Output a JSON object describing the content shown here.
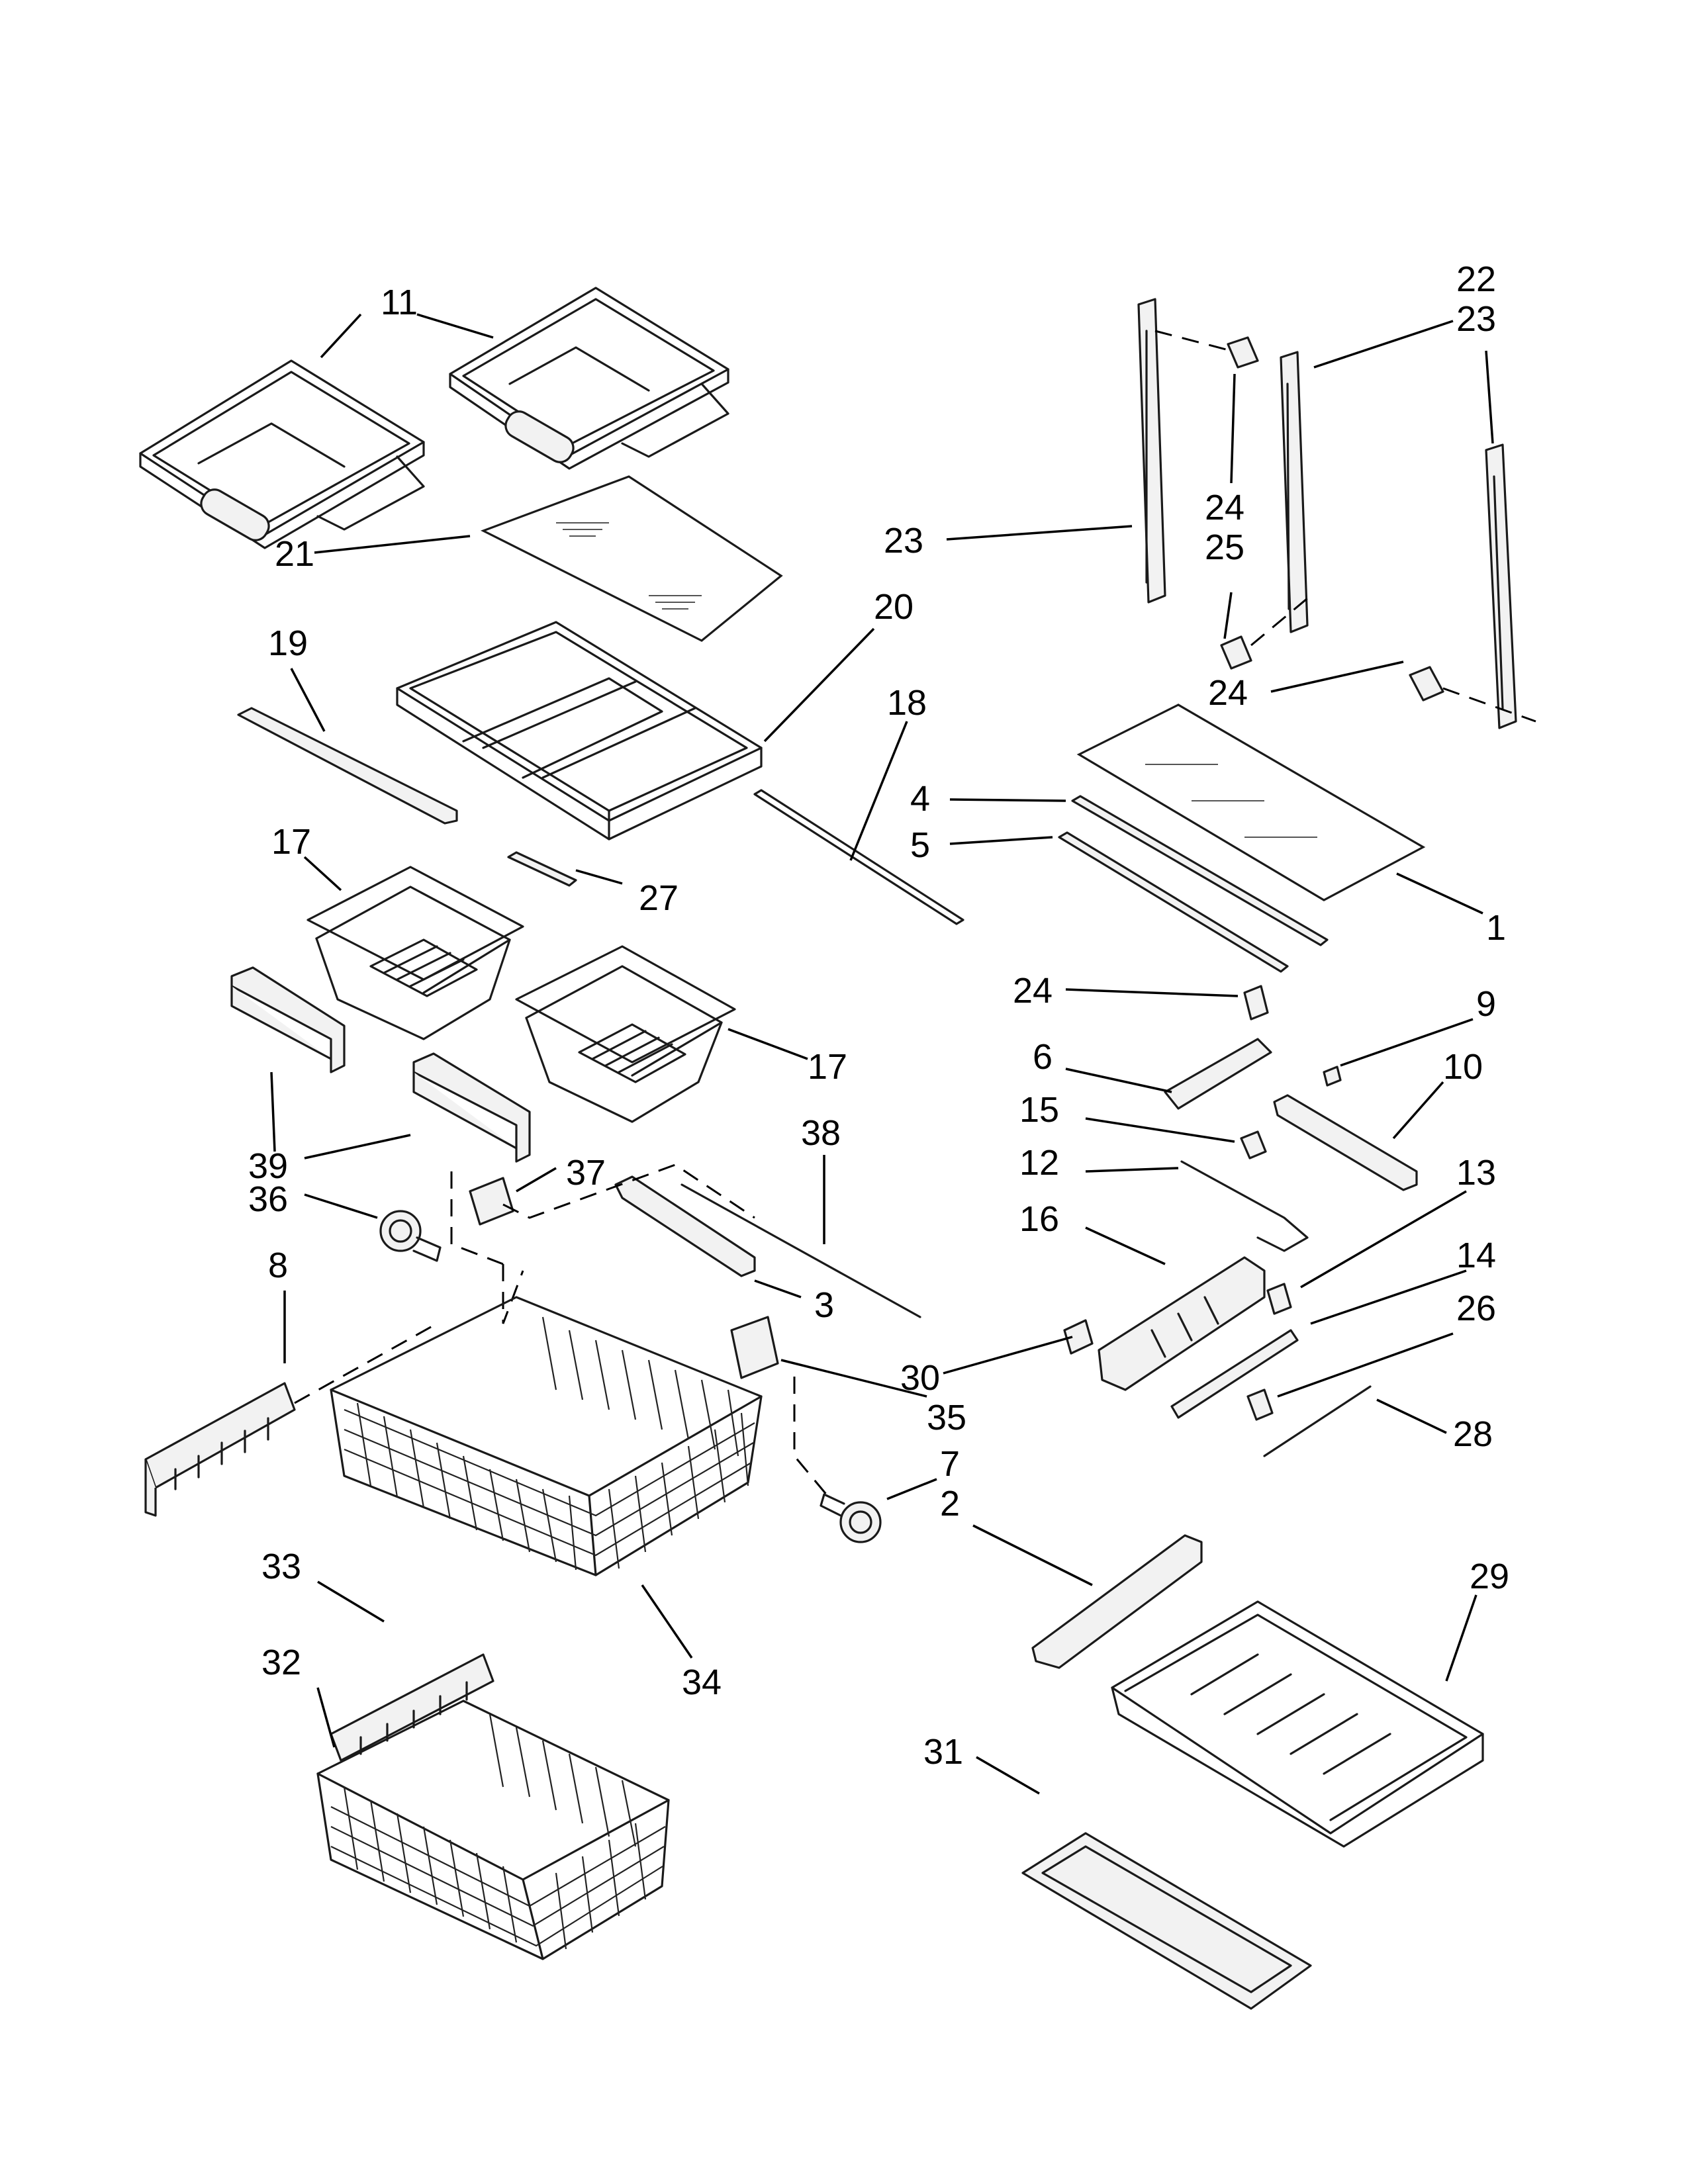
{
  "callouts": [
    {
      "id": "c11",
      "label": "11"
    },
    {
      "id": "c21",
      "label": "21"
    },
    {
      "id": "c19",
      "label": "19"
    },
    {
      "id": "c20",
      "label": "20"
    },
    {
      "id": "c18",
      "label": "18"
    },
    {
      "id": "c17a",
      "label": "17"
    },
    {
      "id": "c27",
      "label": "27"
    },
    {
      "id": "c17b",
      "label": "17"
    },
    {
      "id": "c39",
      "label": "39"
    },
    {
      "id": "c36",
      "label": "36"
    },
    {
      "id": "c37",
      "label": "37"
    },
    {
      "id": "c38",
      "label": "38"
    },
    {
      "id": "c8",
      "label": "8"
    },
    {
      "id": "c3",
      "label": "3"
    },
    {
      "id": "c30",
      "label": "30"
    },
    {
      "id": "c35",
      "label": "35"
    },
    {
      "id": "c7",
      "label": "7"
    },
    {
      "id": "c2",
      "label": "2"
    },
    {
      "id": "c33",
      "label": "33"
    },
    {
      "id": "c32",
      "label": "32"
    },
    {
      "id": "c34",
      "label": "34"
    },
    {
      "id": "c31",
      "label": "31"
    },
    {
      "id": "c29",
      "label": "29"
    },
    {
      "id": "c22",
      "label": "22"
    },
    {
      "id": "c23a",
      "label": "23"
    },
    {
      "id": "c23b",
      "label": "23"
    },
    {
      "id": "c24a",
      "label": "24"
    },
    {
      "id": "c25",
      "label": "25"
    },
    {
      "id": "c24b",
      "label": "24"
    },
    {
      "id": "c4",
      "label": "4"
    },
    {
      "id": "c5",
      "label": "5"
    },
    {
      "id": "c1",
      "label": "1"
    },
    {
      "id": "c24c",
      "label": "24"
    },
    {
      "id": "c9",
      "label": "9"
    },
    {
      "id": "c6",
      "label": "6"
    },
    {
      "id": "c10",
      "label": "10"
    },
    {
      "id": "c15",
      "label": "15"
    },
    {
      "id": "c12",
      "label": "12"
    },
    {
      "id": "c13",
      "label": "13"
    },
    {
      "id": "c16",
      "label": "16"
    },
    {
      "id": "c14",
      "label": "14"
    },
    {
      "id": "c26",
      "label": "26"
    },
    {
      "id": "c28",
      "label": "28"
    }
  ]
}
